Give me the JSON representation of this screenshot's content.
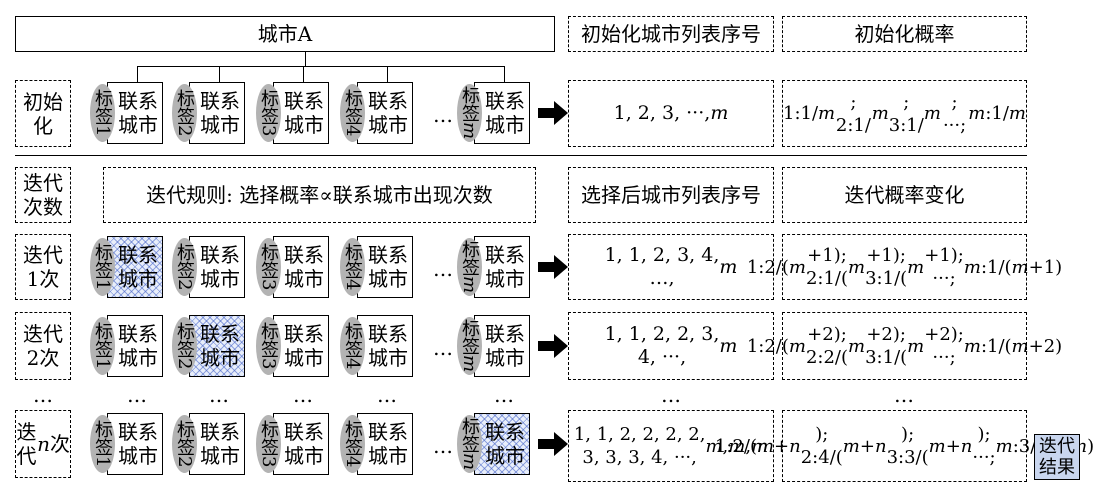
{
  "header": {
    "city_a": "城市A",
    "col_list_init": "初始化城市列表序号",
    "col_prob_init": "初始化概率",
    "col_list_iter": "选择后城市列表序号",
    "col_prob_iter": "迭代概率变化"
  },
  "common": {
    "contact_city": "联系\n城市",
    "ellipsis": "…"
  },
  "tags": [
    "标签1",
    "标签2",
    "标签3",
    "标签4",
    "标签m"
  ],
  "rows": {
    "init": {
      "label": "初始\n化",
      "list": "1, 2, 3, ···, m",
      "prob": "1:1/m; 2:1/m;\n3:1/m; ···; m:1/m"
    },
    "rule": {
      "label": "迭代\n次数",
      "text": "迭代规则: 选择概率∝联系城市出现次数"
    },
    "iter1": {
      "label": "迭代\n1次",
      "list": "1, 1, 2, 3, 4,\n…, m",
      "prob": "1:2/(m+1); 2:1/(m+1);\n3:1/(m+1); ···; m:1/(m+1)",
      "highlight_index": 0
    },
    "iter2": {
      "label": "迭代\n2次",
      "list": "1, 1, 2, 2, 3,\n4, ···, m",
      "prob": "1:2/(m+2); 2:2/(m+2);\n3:1/(m+2); ···; m:1/(m+2)",
      "highlight_index": 1
    },
    "itern": {
      "label": "迭代\nn次",
      "list": "1, 1, 2, 2, 2, 2,\n3, 3, 3, 4, ···,\nm, m, m",
      "prob": "1:2/(m+n); 2:4/(m+n);\n3:3/(m+n); ···; m:3/(m+n)",
      "highlight_index": 4
    }
  },
  "result_label": "迭代\n结果"
}
